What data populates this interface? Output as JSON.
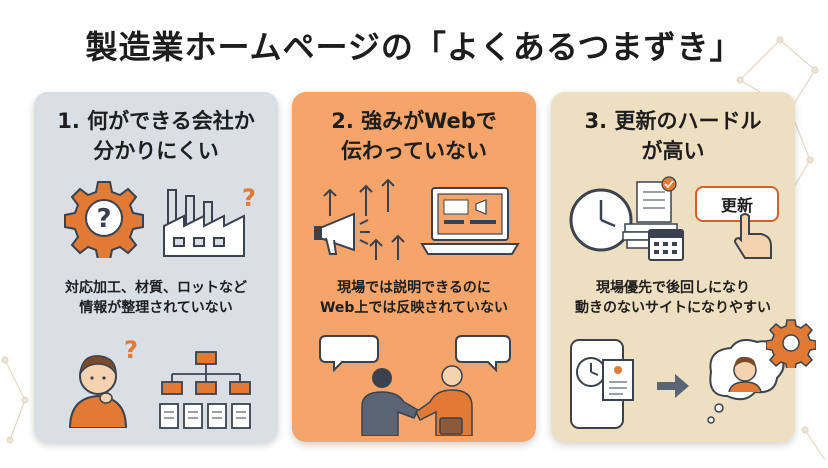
{
  "title": "製造業ホームページの「よくあるつまずき」",
  "cards": [
    {
      "title_lines": [
        "1. 何ができる会社か",
        "分かりにくい"
      ],
      "desc_lines": [
        "対応加工、材質、ロットなど",
        "情報が整理されていない"
      ]
    },
    {
      "title_lines": [
        "2. 強みがWebで",
        "伝わっていない"
      ],
      "desc_lines": [
        "現場では説明できるのに",
        "Web上では反映されていない"
      ]
    },
    {
      "title_lines": [
        "3. 更新のハードル",
        "が高い"
      ],
      "desc_lines": [
        "現場優先で後回しになり",
        "動きのないサイトになりやすい"
      ],
      "badge": "更新"
    }
  ],
  "colors": {
    "card1_bg": "#dadfe6",
    "card2_bg": "#f5a56a",
    "card3_bg": "#efdfc1",
    "accent_orange": "#e07a35",
    "dark": "#3a4250"
  },
  "icons": {
    "card1": [
      "gear-question-icon",
      "factory-icon",
      "thinking-person-icon",
      "org-chart-icon"
    ],
    "card2": [
      "megaphone-icon",
      "up-arrows-icon",
      "laptop-icon",
      "speech-bubble-icon",
      "handshake-people-icon"
    ],
    "card3": [
      "clock-icon",
      "document-stack-icon",
      "calendar-icon",
      "update-button-icon",
      "hand-pointer-icon",
      "phone-icon",
      "arrow-right-icon",
      "thought-person-icon",
      "gear-icon"
    ]
  }
}
